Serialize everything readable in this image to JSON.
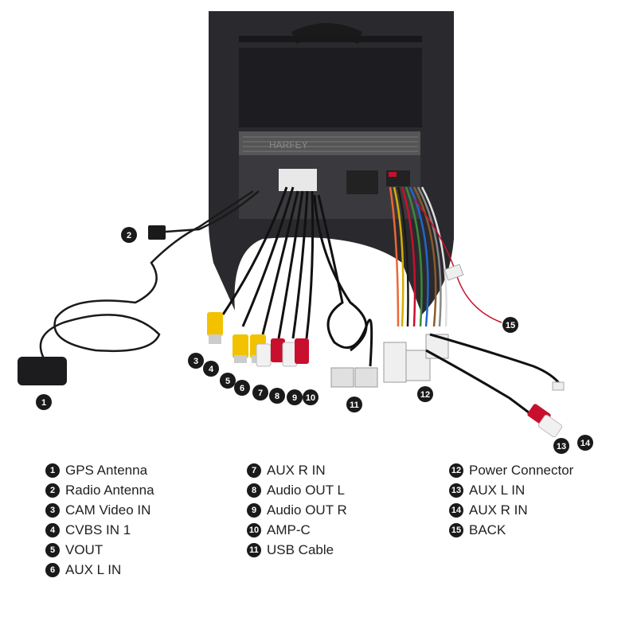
{
  "brand": "HARFEY",
  "callouts": [
    "1",
    "2",
    "3",
    "4",
    "5",
    "6",
    "7",
    "8",
    "9",
    "10",
    "11",
    "12",
    "13",
    "14",
    "15"
  ],
  "legend": {
    "col1": [
      {
        "num": "1",
        "label": "GPS Antenna"
      },
      {
        "num": "2",
        "label": "Radio Antenna"
      },
      {
        "num": "3",
        "label": "CAM Video IN"
      },
      {
        "num": "4",
        "label": "CVBS IN 1"
      },
      {
        "num": "5",
        "label": "VOUT"
      },
      {
        "num": "6",
        "label": "AUX L IN"
      }
    ],
    "col2": [
      {
        "num": "7",
        "label": "AUX R IN"
      },
      {
        "num": "8",
        "label": "Audio OUT L"
      },
      {
        "num": "9",
        "label": "Audio OUT R"
      },
      {
        "num": "10",
        "label": "AMP-C"
      },
      {
        "num": "11",
        "label": "USB Cable"
      }
    ],
    "col3": [
      {
        "num": "12",
        "label": "Power Connector"
      },
      {
        "num": "13",
        "label": "AUX L IN"
      },
      {
        "num": "14",
        "label": "AUX R IN"
      },
      {
        "num": "15",
        "label": "BACK"
      }
    ]
  },
  "colors": {
    "rca_yellow": "#f2c200",
    "rca_red": "#c8102e",
    "rca_white": "#f1f1f1",
    "unit_body": "#2a2a2e"
  }
}
